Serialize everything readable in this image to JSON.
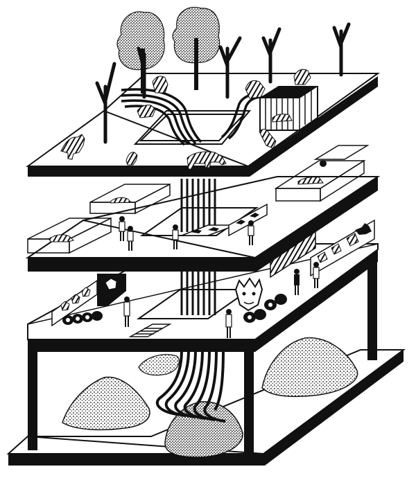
{
  "colors": {
    "ink": "#0a0a0a",
    "paper": "#ffffff",
    "dot": "#1a1a1a"
  },
  "scene": {
    "levels": [
      "roof-garden",
      "upper-floor",
      "middle-floor",
      "ground-plaza"
    ],
    "icons": [
      "tiger-figure",
      "tree",
      "bare-tree",
      "cage",
      "tiger-mask",
      "tiger-pelt",
      "rolled-pelt",
      "visitor-figure",
      "rock-mound",
      "striped-stream"
    ]
  }
}
